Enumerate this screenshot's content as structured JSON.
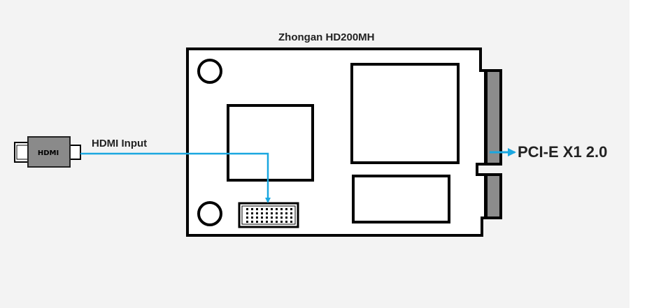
{
  "title": "Zhongan HD200MH",
  "hdmi_label": "HDMI Input",
  "hdmi_connector_text": "HDMI",
  "pcie_label": "PCI-E X1 2.0",
  "colors": {
    "arrow": "#1aa7e0",
    "finger": "#8c8c8c",
    "outline": "#000000",
    "background": "#f3f3f3"
  },
  "icons": [
    "hdmi-plug-icon",
    "mounting-hole-icon",
    "pin-header-icon"
  ]
}
